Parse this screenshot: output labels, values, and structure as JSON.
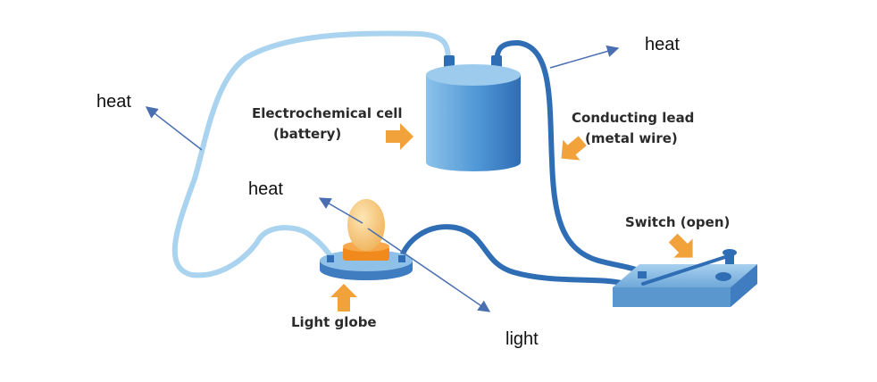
{
  "labels": {
    "cell_line1": "Electrochemical cell",
    "cell_line2": "(battery)",
    "lead_line1": "Conducting lead",
    "lead_line2": "(metal wire)",
    "switch": "Switch (open)",
    "globe": "Light globe",
    "heat_left": "heat",
    "heat_top_right": "heat",
    "heat_globe": "heat",
    "light": "light"
  },
  "colors": {
    "wire_light": "#a9d3ee",
    "wire_dark": "#2f6db4",
    "battery": "#4f97d6",
    "pointer_arrow": "#f2a23a",
    "annotation_arrow": "#4a6fb0",
    "bulb": "#f5c478",
    "bulb_base": "#f08a1c",
    "platform": "#7fb3df"
  }
}
